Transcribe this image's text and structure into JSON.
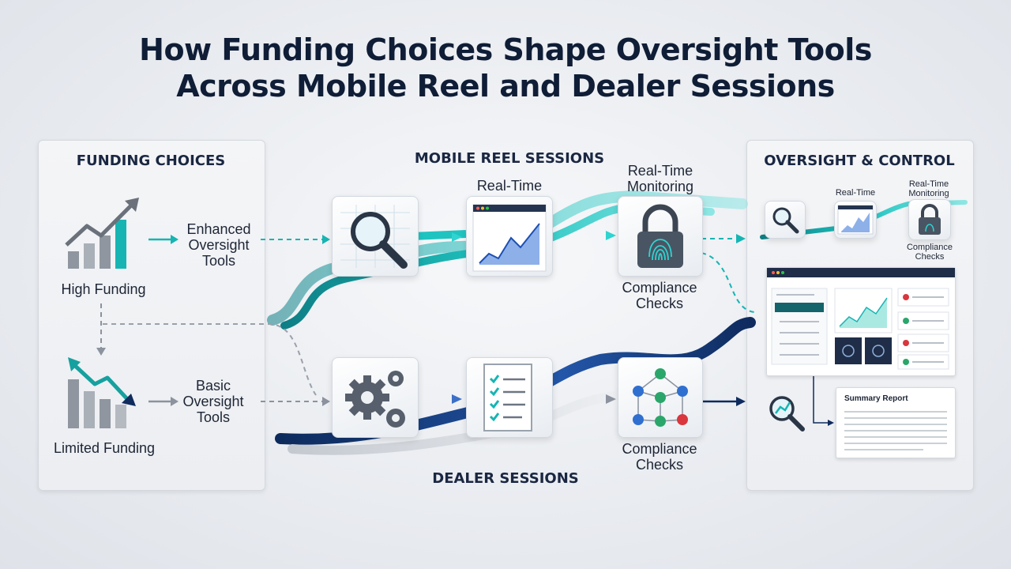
{
  "title": {
    "line1": "How Funding Choices Shape Oversight Tools",
    "line2": "Across Mobile Reel and Dealer Sessions"
  },
  "funding_panel": {
    "header": "FUNDING CHOICES",
    "high_label": "High Funding",
    "limited_label": "Limited Funding",
    "enhanced_label": "Enhanced Oversight Tools",
    "basic_label": "Basic Oversight Tools"
  },
  "mobile": {
    "header": "MOBILE REEL SESSIONS",
    "realtime_label": "Real-Time",
    "monitoring_label": "Real-Time Monitoring",
    "compliance_label": "Compliance Checks"
  },
  "dealer": {
    "header": "DEALER SESSIONS",
    "compliance_label": "Compliance Checks"
  },
  "oversight_panel": {
    "header": "OVERSIGHT & CONTROL",
    "mini_realtime": "Real-Time",
    "mini_monitoring": "Real-Time Monitoring",
    "mini_compliance": "Compliance Checks",
    "report_title": "Summary Report"
  },
  "colors": {
    "teal": "#16b5b3",
    "navy": "#1b3d7a",
    "gray": "#9aa1ab",
    "title": "#0f1d36"
  }
}
